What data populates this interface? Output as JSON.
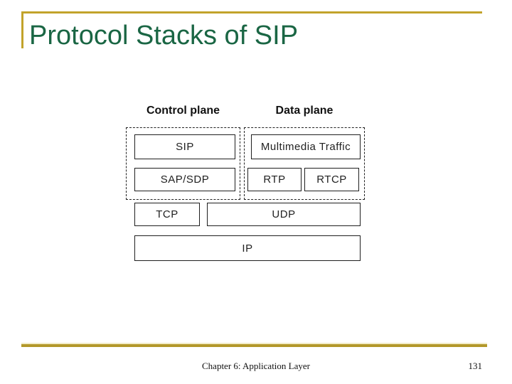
{
  "slide": {
    "title": "Protocol Stacks of SIP"
  },
  "diagram": {
    "column_labels": [
      {
        "id": "control-plane",
        "label": "Control plane"
      },
      {
        "id": "data-plane",
        "label": "Data plane"
      }
    ],
    "boxes": [
      {
        "id": "sip",
        "label": "SIP",
        "plane": "control"
      },
      {
        "id": "multimedia-traffic",
        "label": "Multimedia Traffic",
        "plane": "data"
      },
      {
        "id": "sap-sdp",
        "label": "SAP/SDP",
        "plane": "control"
      },
      {
        "id": "rtp",
        "label": "RTP",
        "plane": "data"
      },
      {
        "id": "rtcp",
        "label": "RTCP",
        "plane": "data"
      },
      {
        "id": "tcp",
        "label": "TCP",
        "plane": "shared"
      },
      {
        "id": "udp",
        "label": "UDP",
        "plane": "shared"
      },
      {
        "id": "ip",
        "label": "IP",
        "plane": "shared"
      }
    ]
  },
  "footer": {
    "text": "Chapter 6: Application Layer",
    "page_number": "131"
  },
  "colors": {
    "title_green": "#1A6644",
    "gold": "#C2A32B",
    "gold_dark": "#B3982A",
    "gold_light": "#F2ECC9"
  }
}
